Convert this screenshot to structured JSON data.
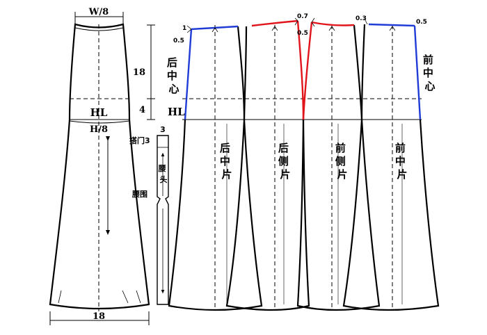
{
  "colors": {
    "outline": "#000000",
    "guide": "#000000",
    "back_center_seam": "#1f3cd6",
    "front_center_seam": "#1f3cd6",
    "side_seam_adjusted": "#e0141a"
  },
  "labels": {
    "waist_width": "W/8",
    "hip_width": "H/8",
    "hip_line_main": "HL",
    "hip_line_panels": "HL",
    "waist_to_hip": "18",
    "hip_depth": "4",
    "hem_width": "18",
    "overlap": "搭门3",
    "waistband_width": "3",
    "waistband": "腰头",
    "waist_girth": "腰围",
    "back_center": [
      "后",
      "中",
      "心"
    ],
    "front_center": [
      "前",
      "中",
      "心"
    ],
    "panels": [
      [
        "后",
        "中",
        "片"
      ],
      [
        "后",
        "侧",
        "片"
      ],
      [
        "前",
        "侧",
        "片"
      ],
      [
        "前",
        "中",
        "片"
      ]
    ],
    "adjust_1": "1",
    "adjust_back_05": "0.5",
    "adjust_07": "0.7",
    "adjust_mid_05": "0.5",
    "adjust_03": "0.3",
    "adjust_front_05": "0.5"
  }
}
